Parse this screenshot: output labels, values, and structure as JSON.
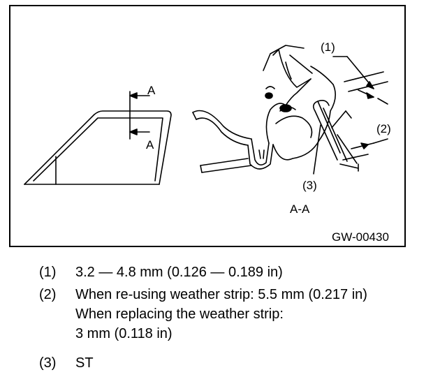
{
  "figure": {
    "section_marker": "A",
    "section_title": "A-A",
    "callout_1": "(1)",
    "callout_2": "(2)",
    "callout_3": "(3)",
    "figure_id": "GW-00430"
  },
  "legend": [
    {
      "num": "(1)",
      "lines": [
        "3.2 — 4.8 mm (0.126 — 0.189 in)"
      ]
    },
    {
      "num": "(2)",
      "lines": [
        "When re-using weather strip: 5.5 mm (0.217 in)",
        "When replacing the weather strip:",
        "3 mm (0.118 in)"
      ]
    },
    {
      "num": "(3)",
      "lines": [
        "ST"
      ]
    }
  ]
}
